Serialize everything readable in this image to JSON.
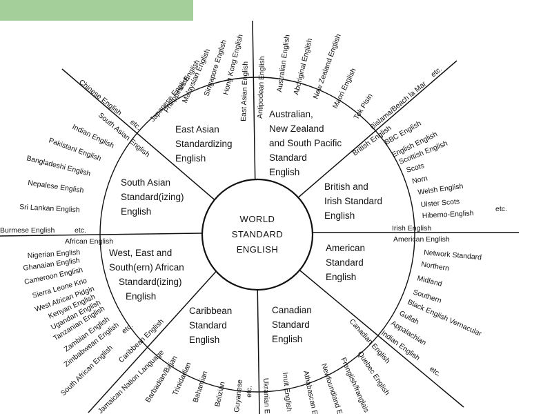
{
  "header_bar": {
    "color": "#a4cf9b"
  },
  "center": {
    "lines": [
      "WORLD",
      "STANDARD",
      "ENGLISH"
    ]
  },
  "regions": {
    "east_asian": [
      "East Asian",
      "Standardizing",
      "English"
    ],
    "australian": [
      "Australian,",
      "New Zealand",
      "and South Pacific",
      "Standard",
      "English"
    ],
    "british": [
      "British and",
      "Irish Standard",
      "English"
    ],
    "american": [
      "American",
      "Standard",
      "English"
    ],
    "canadian": [
      "Canadian",
      "Standard",
      "English"
    ],
    "caribbean": [
      "Caribbean",
      "Standard",
      "English"
    ],
    "african": [
      "West, East and",
      "South(ern) African",
      "Standard(izing)",
      "English"
    ],
    "south_asian": [
      "South Asian",
      "Standard(izing)",
      "English"
    ]
  },
  "varieties": {
    "east_asian": [
      "East Asian English",
      "Hong Kong English",
      "Singapore English",
      "Malaysian English",
      "Philippines English",
      "Japanese English",
      "Chinese English",
      "etc."
    ],
    "australian": [
      "Antipodean English",
      "Australian English",
      "Aboriginal English",
      "New Zealand English",
      "Maori English",
      "Tok Pisin",
      "Bislama/Beach la Mar",
      "etc."
    ],
    "british": [
      "British English",
      "BBC English",
      "English English",
      "Scottish English",
      "Scots",
      "Norn",
      "Welsh English",
      "Ulster Scots",
      "Hiberno-English",
      "etc.",
      "Irish English"
    ],
    "american": [
      "American English",
      "Network Standard",
      "Northern",
      "Midland",
      "Southern",
      "Black English Vernacular",
      "Gullah",
      "Appalachian",
      "Indian English",
      "etc."
    ],
    "canadian": [
      "Canadian English",
      "Quebec English",
      "Frenglish/franglais",
      "Newfoundland E",
      "Athabascan E",
      "Inuit English",
      "Ukranian E"
    ],
    "caribbean": [
      "Caribbean English",
      "etc.",
      "Guyanese",
      "Belizian",
      "Bahamian",
      "Trinidadian",
      "Barbadian/Bajan",
      "Jamaican Nation Language"
    ],
    "african": [
      "African English",
      "Nigerian English",
      "Ghanaian English",
      "Cameroon English",
      "Sierra Leone Krio",
      "West African Pidgin",
      "Kenyan English",
      "Ugandan English",
      "Tanzanian English",
      "Zambian English",
      "Zimbabwean English",
      "South African English",
      "etc."
    ],
    "south_asian": [
      "South Asian English",
      "Indian English",
      "Pakistani English",
      "Bangladeshi English",
      "Nepalese English",
      "Sri Lankan English",
      "Burmese English",
      "etc."
    ]
  }
}
